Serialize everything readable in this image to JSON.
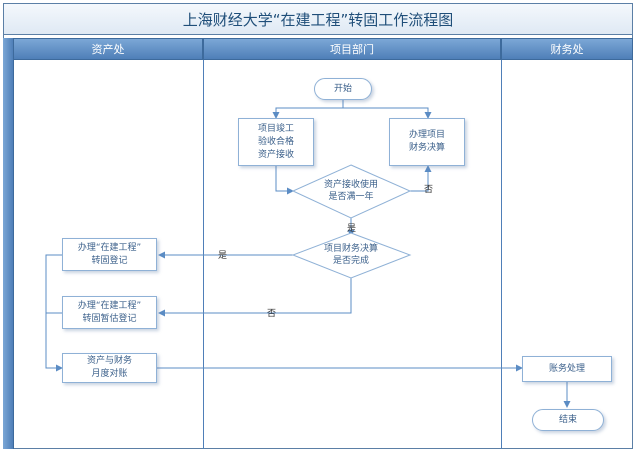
{
  "title": "上海财经大学“在建工程”转固工作流程图",
  "columns": [
    "资产处",
    "项目部门",
    "财务处"
  ],
  "nodes": {
    "start": "开始",
    "acceptance": "项目竣工\n验收合格\n资产接收",
    "settlement": "办理项目\n财务决算",
    "usage_check": "资产接收使用\n是否满一年",
    "finance_check": "项目财务决算\n是否完成",
    "transfer_reg": "办理“在建工程”\n转固登记",
    "temp_reg": "办理“在建工程”\n转固暂估登记",
    "reconcile": "资产与财务\n月度对账",
    "accounting": "账务处理",
    "end": "结束"
  },
  "edge_labels": {
    "usage_no": "否",
    "usage_yes": "是",
    "finance_yes": "是",
    "finance_no": "否"
  },
  "colors": {
    "header": "#4f7fb8",
    "border": "#8fb1d6",
    "arrow": "#5b8cc4",
    "title_text": "#1f4e79"
  }
}
